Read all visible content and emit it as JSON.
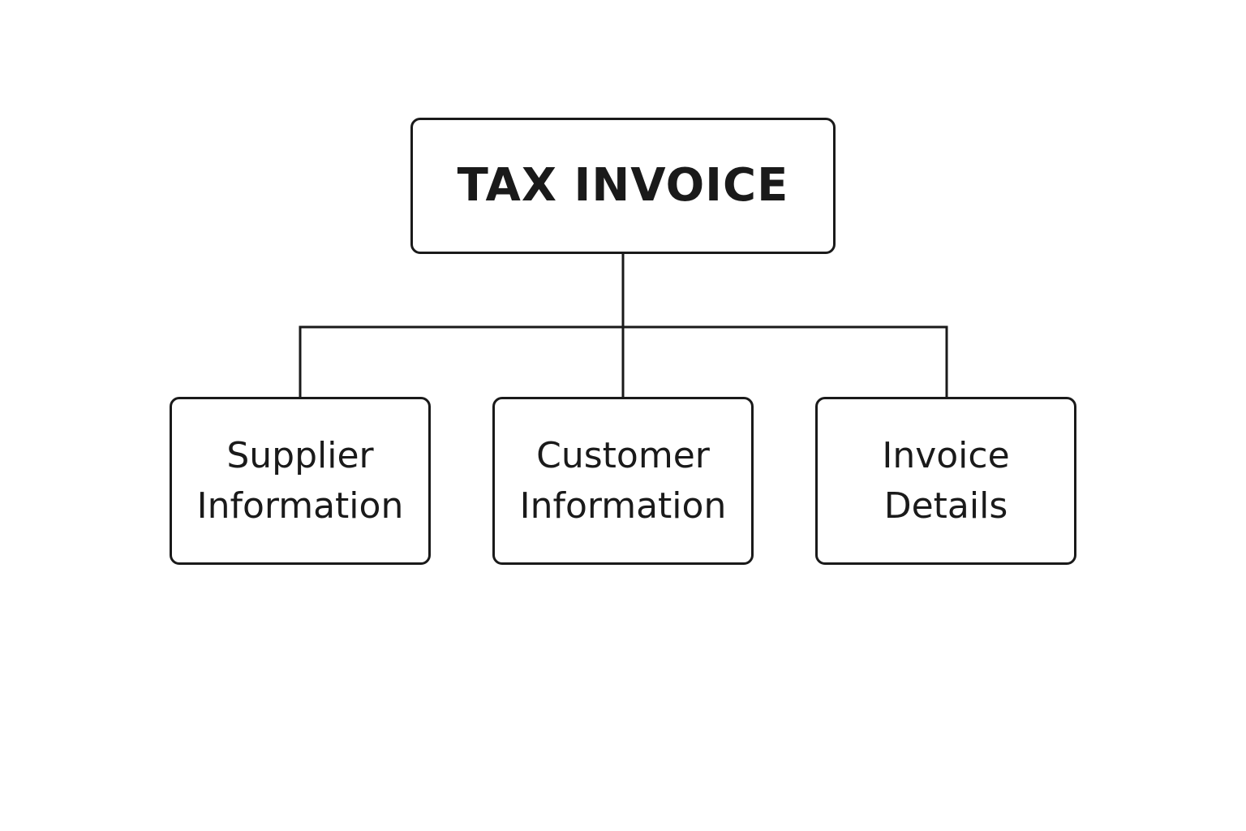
{
  "diagram": {
    "root": {
      "label": "TAX INVOICE"
    },
    "children": [
      {
        "line1": "Supplier",
        "line2": "Information"
      },
      {
        "line1": "Customer",
        "line2": "Information"
      },
      {
        "line1": "Invoice",
        "line2": "Details"
      }
    ]
  },
  "colors": {
    "stroke": "#1a1a1a",
    "background": "#ffffff"
  }
}
